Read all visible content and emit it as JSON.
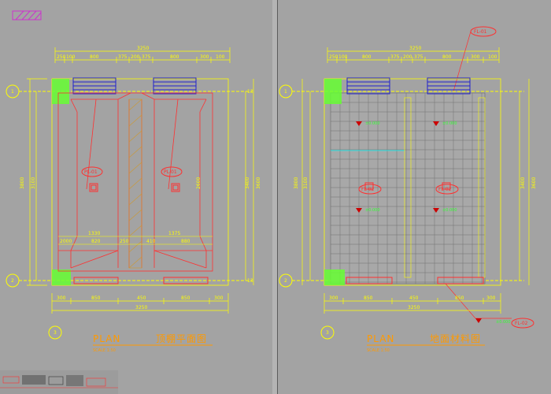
{
  "legend": {
    "label": ""
  },
  "colors": {
    "background": "#a3a3a3",
    "dimension": "#ffff00",
    "wall": "#ff3030",
    "vent": "#2222cc",
    "column": "#66ff33",
    "grid": "#7a7a7a",
    "cyan": "#00ffff",
    "title": "#ff9900",
    "legend_hatch": "#cc33cc"
  },
  "left_plan": {
    "title": "PLAN",
    "title_cn": "顶棚平面图",
    "subtitle": "SCALE 1:50",
    "top_total": "3250",
    "top_segments": [
      "250",
      "100",
      "800",
      "375",
      "200",
      "375",
      "800",
      "300",
      "100"
    ],
    "bottom_segments": [
      "300",
      "850",
      "450",
      "850",
      "300"
    ],
    "bottom_total": "3250",
    "left_dims": [
      "3800",
      "3100"
    ],
    "right_dims": [
      "3400",
      "3600"
    ],
    "mid_dims": [
      "1330",
      "1375"
    ],
    "inner_bottom_dims": [
      "2000",
      "820",
      "250",
      "410",
      "880"
    ],
    "height_marks": [
      "13",
      "13"
    ],
    "axis_marks": [
      "1",
      "2",
      "3"
    ],
    "light_tags": [
      "PL-01",
      "PL-01"
    ],
    "inner_label": "2600"
  },
  "right_plan": {
    "title": "PLAN",
    "title_cn": "地面材料图",
    "subtitle": "SCALE 1:50",
    "top_total": "3250",
    "top_segments": [
      "250",
      "100",
      "800",
      "375",
      "200",
      "375",
      "800",
      "300",
      "100"
    ],
    "bottom_segments": [
      "300",
      "850",
      "450",
      "850",
      "300"
    ],
    "bottom_total": "3250",
    "left_dims": [
      "3800",
      "3100"
    ],
    "right_dims": [
      "3400",
      "3600"
    ],
    "callout_top": "FL-01",
    "callout_bottom": "FL-02",
    "floor_tags": [
      "FL-02",
      "FL-02"
    ],
    "level_marks": [
      "±0.000",
      "±0.000",
      "±0.000",
      "±0.000"
    ],
    "level_note": "±0.000",
    "axis_marks": [
      "1",
      "2",
      "3"
    ]
  }
}
